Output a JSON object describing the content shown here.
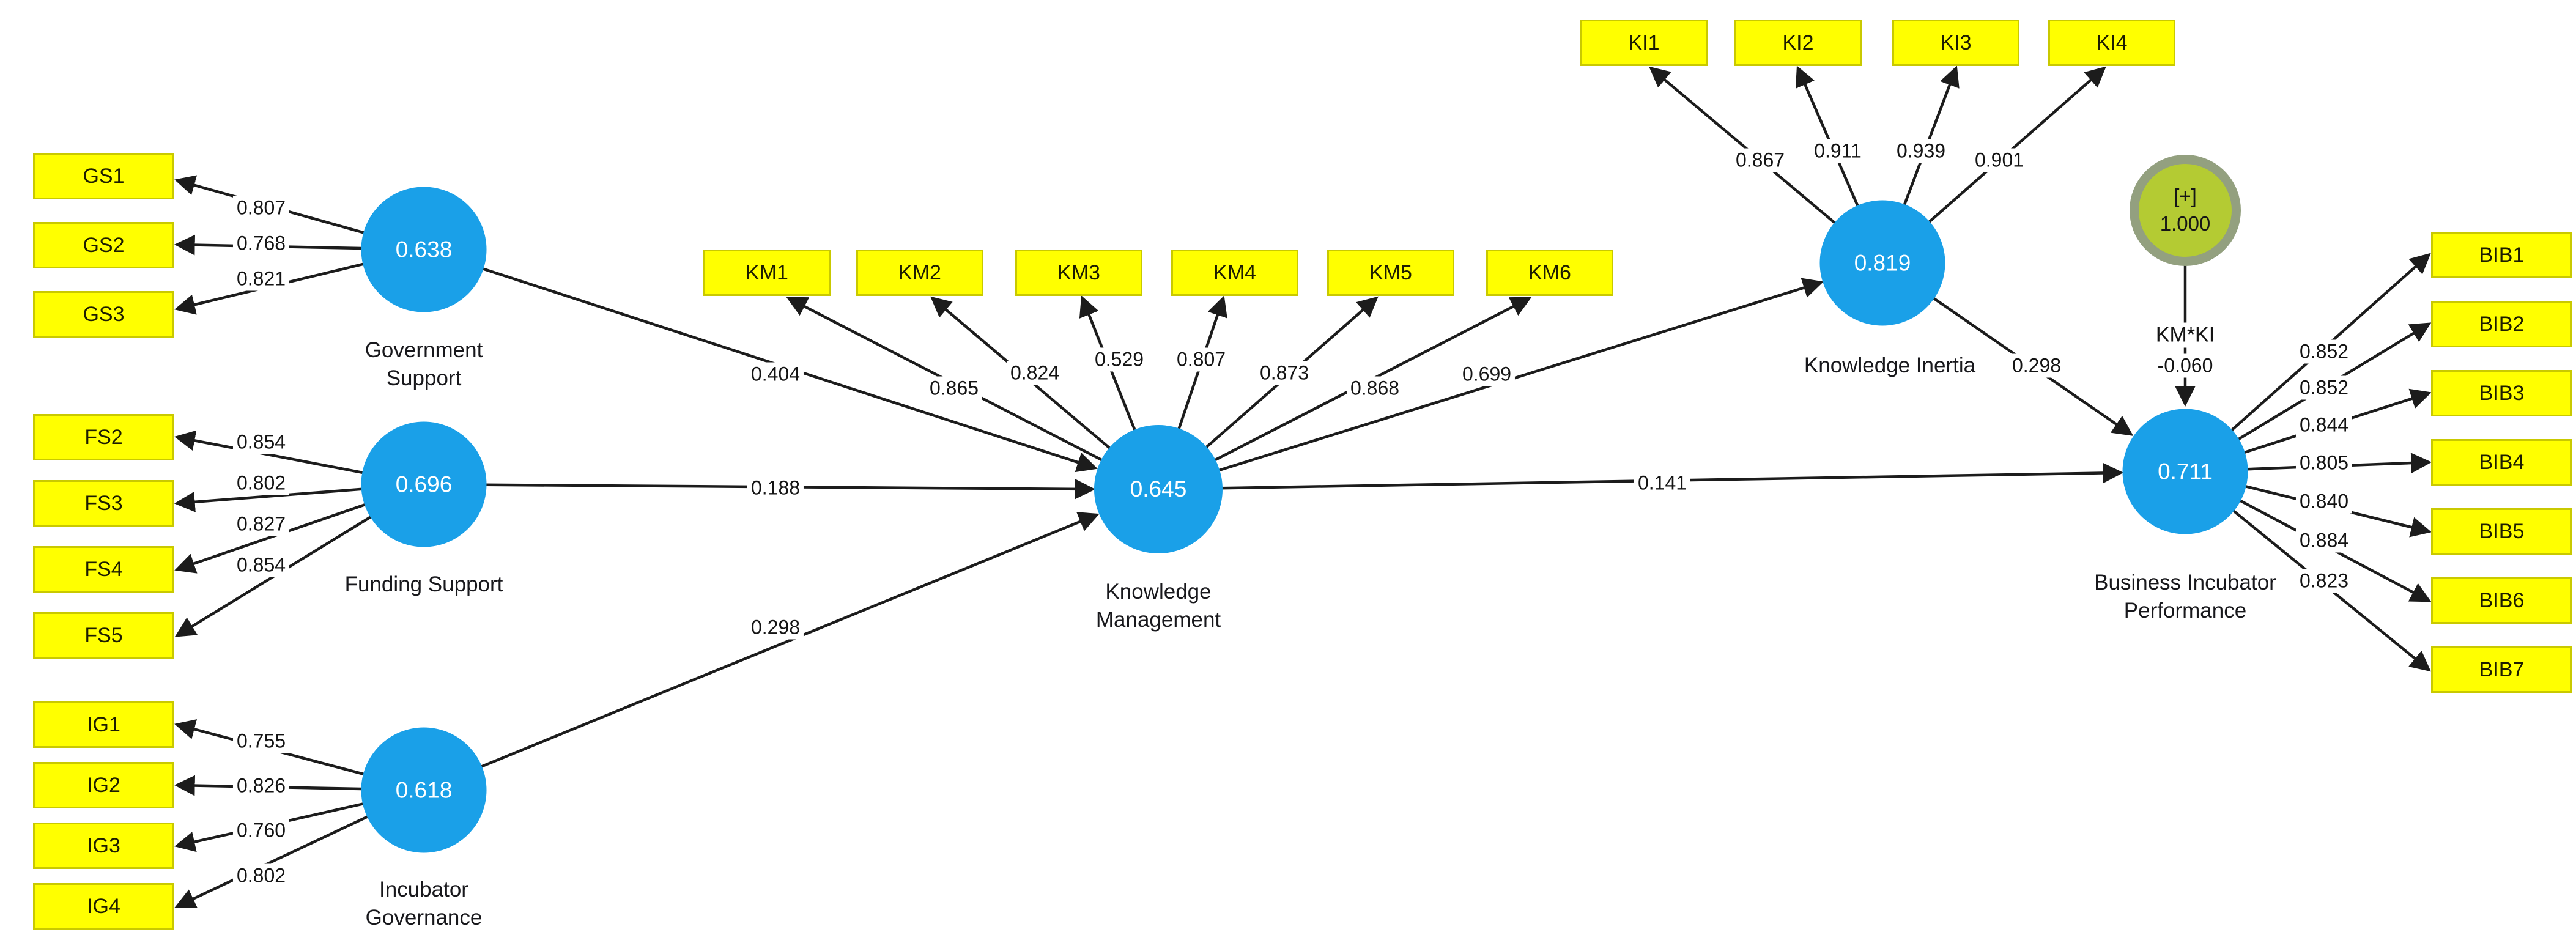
{
  "diagram_type": "PLS-SEM structural model (SmartPLS path diagram)",
  "constructs": {
    "government_support": {
      "name_line1": "Government",
      "name_line2": "Support",
      "r2": "0.638"
    },
    "funding_support": {
      "name": "Funding Support",
      "r2": "0.696"
    },
    "incubator_governance": {
      "name_line1": "Incubator",
      "name_line2": "Governance",
      "r2": "0.618"
    },
    "knowledge_management": {
      "name_line1": "Knowledge",
      "name_line2": "Management",
      "r2": "0.645"
    },
    "knowledge_inertia": {
      "name": "Knowledge Inertia",
      "r2": "0.819"
    },
    "business_incubator_performance": {
      "name_line1": "Business Incubator",
      "name_line2": "Performance",
      "r2": "0.711"
    },
    "moderation": {
      "plus_symbol": "[+]",
      "weight": "1.000",
      "name": "KM*KI"
    }
  },
  "indicators": {
    "gs": [
      {
        "label": "GS1",
        "loading": "0.807"
      },
      {
        "label": "GS2",
        "loading": "0.768"
      },
      {
        "label": "GS3",
        "loading": "0.821"
      }
    ],
    "fs": [
      {
        "label": "FS2",
        "loading": "0.854"
      },
      {
        "label": "FS3",
        "loading": "0.802"
      },
      {
        "label": "FS4",
        "loading": "0.827"
      },
      {
        "label": "FS5",
        "loading": "0.854"
      }
    ],
    "ig": [
      {
        "label": "IG1",
        "loading": "0.755"
      },
      {
        "label": "IG2",
        "loading": "0.826"
      },
      {
        "label": "IG3",
        "loading": "0.760"
      },
      {
        "label": "IG4",
        "loading": "0.802"
      }
    ],
    "km": [
      {
        "label": "KM1",
        "loading": "0.865"
      },
      {
        "label": "KM2",
        "loading": "0.824"
      },
      {
        "label": "KM3",
        "loading": "0.529"
      },
      {
        "label": "KM4",
        "loading": "0.807"
      },
      {
        "label": "KM5",
        "loading": "0.873"
      },
      {
        "label": "KM6",
        "loading": "0.868"
      }
    ],
    "ki": [
      {
        "label": "KI1",
        "loading": "0.867"
      },
      {
        "label": "KI2",
        "loading": "0.911"
      },
      {
        "label": "KI3",
        "loading": "0.939"
      },
      {
        "label": "KI4",
        "loading": "0.901"
      }
    ],
    "bib": [
      {
        "label": "BIB1",
        "loading": "0.852"
      },
      {
        "label": "BIB2",
        "loading": "0.852"
      },
      {
        "label": "BIB3",
        "loading": "0.844"
      },
      {
        "label": "BIB4",
        "loading": "0.805"
      },
      {
        "label": "BIB5",
        "loading": "0.840"
      },
      {
        "label": "BIB6",
        "loading": "0.884"
      },
      {
        "label": "BIB7",
        "loading": "0.823"
      }
    ]
  },
  "paths": {
    "gs_to_km": "0.404",
    "fs_to_km": "0.188",
    "ig_to_km": "0.298",
    "km_to_ki": "0.699",
    "km_to_bip": "0.141",
    "ki_to_bip": "0.298",
    "kmki_to_bip": "-0.060"
  },
  "colors": {
    "indicator_fill": "#ffff00",
    "indicator_border": "#c9c900",
    "construct_fill": "#1aa0e8",
    "construct_value_text": "#ffffff",
    "moderator_fill": "#b4cb33",
    "moderator_border": "#93a07f",
    "arrow": "#1c1c1c",
    "background": "#ffffff"
  }
}
